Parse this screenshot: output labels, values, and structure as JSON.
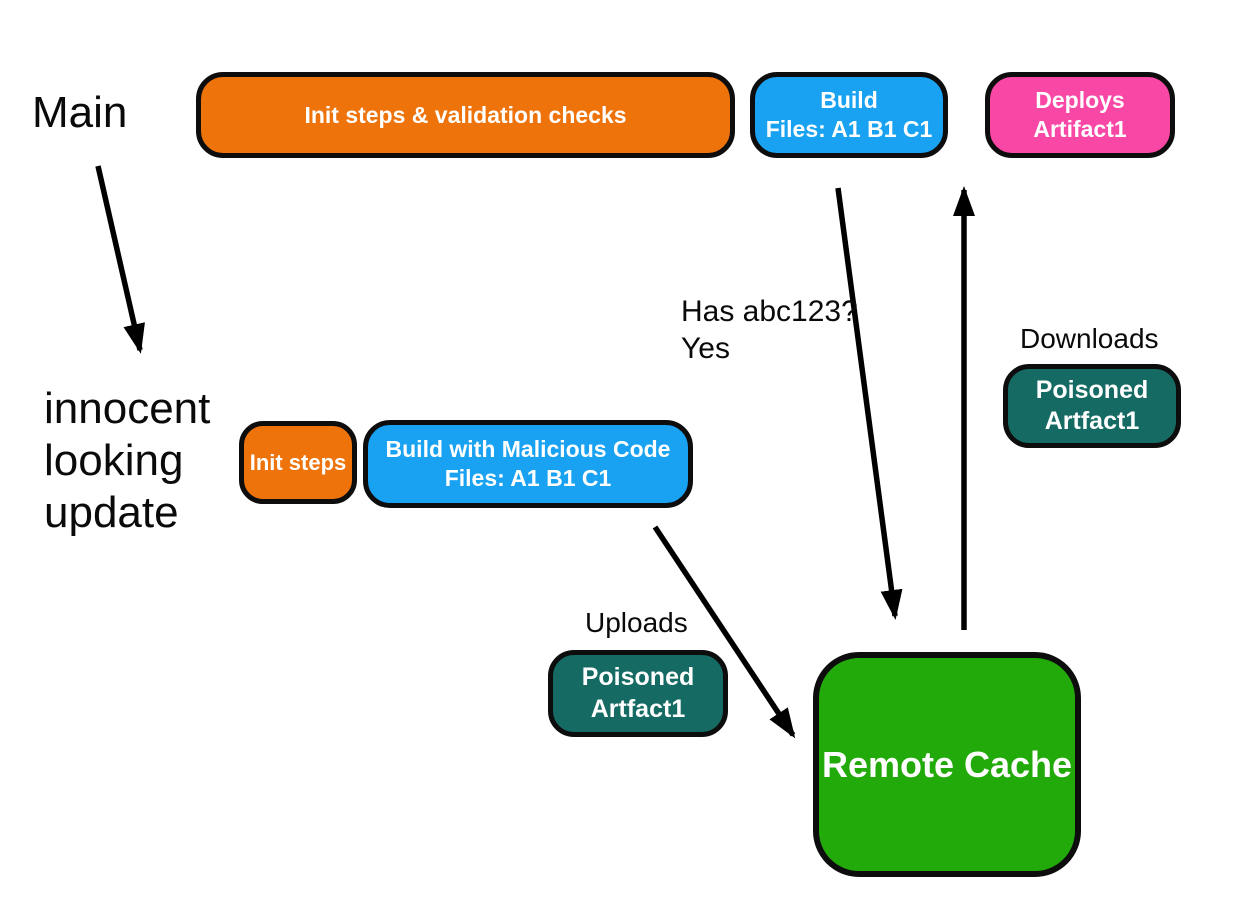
{
  "diagram": {
    "labels": {
      "main": "Main",
      "innocent_update": "innocent\nlooking\nupdate",
      "has_hash": "Has abc123?\nYes",
      "downloads": "Downloads",
      "uploads": "Uploads"
    },
    "nodes": {
      "init_validation": {
        "text": "Init steps & validation checks",
        "color": "#ee730b"
      },
      "build_main": {
        "line1": "Build",
        "line2": "Files: A1 B1 C1",
        "color": "#1aa2f2"
      },
      "deploys": {
        "line1": "Deploys",
        "line2": "Artifact1",
        "color": "#f947a5"
      },
      "init_steps": {
        "text": "Init steps",
        "color": "#ee730b"
      },
      "build_malicious": {
        "line1": "Build with Malicious Code",
        "line2": "Files: A1 B1 C1",
        "color": "#1aa2f2"
      },
      "poisoned_upload": {
        "line1": "Poisoned",
        "line2": "Artfact1",
        "color": "#156b63"
      },
      "poisoned_download": {
        "line1": "Poisoned",
        "line2": "Artfact1",
        "color": "#156b63"
      },
      "remote_cache": {
        "text": "Remote Cache",
        "color": "#21aa0a"
      }
    },
    "edges": [
      {
        "from": "main",
        "to": "innocent_update"
      },
      {
        "from": "build_main",
        "to": "remote_cache",
        "label": "Has abc123? Yes"
      },
      {
        "from": "remote_cache",
        "to": "deploys",
        "label": "Downloads"
      },
      {
        "from": "build_malicious",
        "to": "remote_cache",
        "label": "Uploads"
      }
    ],
    "colors": {
      "background": "#ffffff",
      "border": "#0d0d0d",
      "arrow": "#000000",
      "node_text": "#ffffff",
      "free_text": "#0a0a0a"
    }
  }
}
